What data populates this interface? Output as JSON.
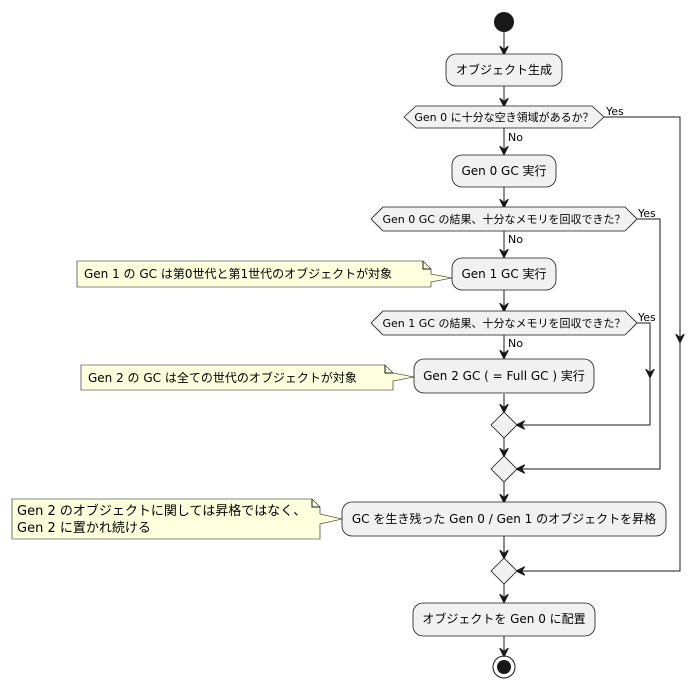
{
  "activities": {
    "create_object": "オブジェクト生成",
    "gen0_gc": "Gen 0 GC 実行",
    "gen1_gc": "Gen 1 GC 実行",
    "gen2_gc": "Gen 2 GC ( = Full GC ) 実行",
    "promote": "GC を生き残った Gen 0 / Gen 1 のオブジェクトを昇格",
    "place": "オブジェクトを Gen 0 に配置"
  },
  "decisions": {
    "gen0_space": "Gen 0 に十分な空き領域があるか？",
    "gen0_result": "Gen 0 GC の結果、十分なメモリを回収できた？",
    "gen1_result": "Gen 1 GC の結果、十分なメモリを回収できた？"
  },
  "branch_labels": {
    "yes": "Yes",
    "no": "No"
  },
  "notes": {
    "gen1_note": "Gen 1 の GC は第0世代と第1世代のオブジェクトが対象",
    "gen2_note": "Gen 2 の GC は全ての世代のオブジェクトが対象",
    "promote_note_line1": "Gen 2 のオブジェクトに関しては昇格ではなく、",
    "promote_note_line2": "Gen 2 に置かれ続ける"
  }
}
